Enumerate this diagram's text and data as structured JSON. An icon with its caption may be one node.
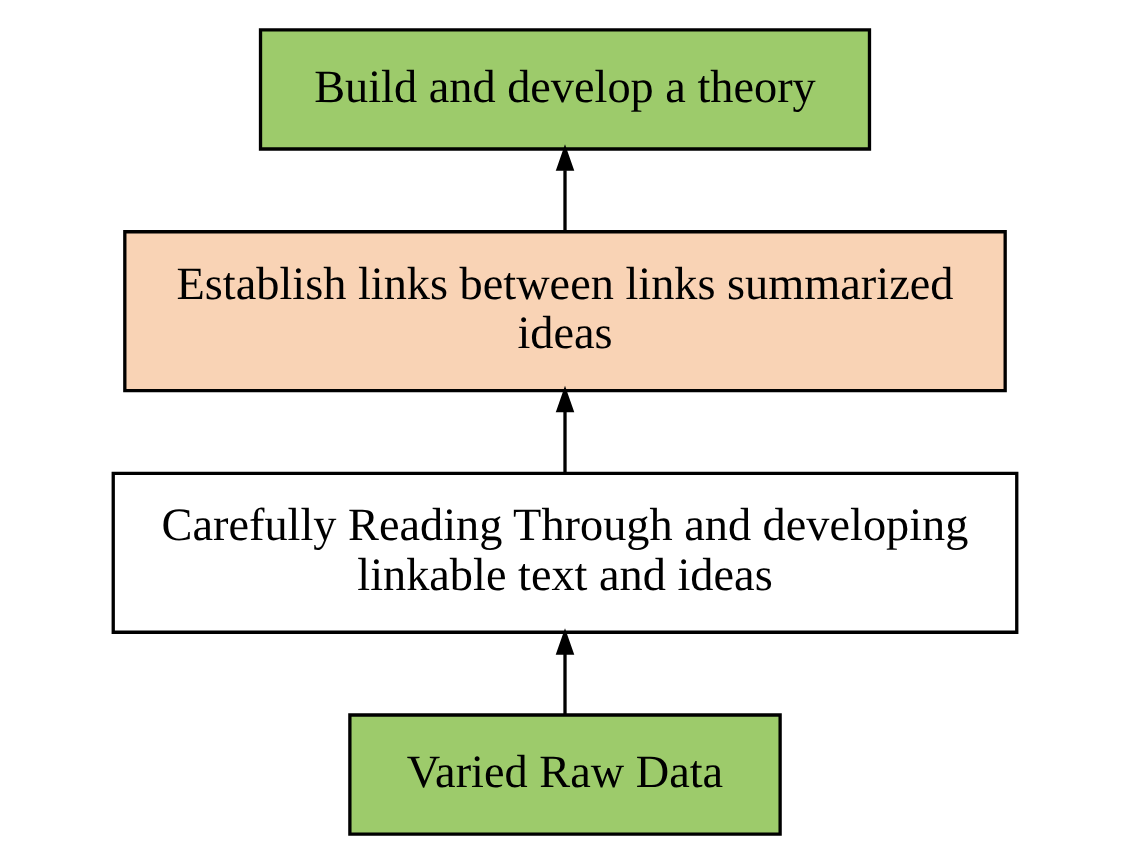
{
  "diagram": {
    "nodes": [
      {
        "text": [
          "Build and develop a theory"
        ]
      },
      {
        "text": [
          "Establish links between links summarized ideas"
        ]
      },
      {
        "text": [
          "Carefully Reading Through and developing linkable text and ideas"
        ]
      },
      {
        "text": [
          "Varied Raw Data"
        ]
      }
    ],
    "edges": [
      {
        "from": 3,
        "to": 2,
        "arrow": "to"
      },
      {
        "from": 2,
        "to": 1,
        "arrow": "to"
      },
      {
        "from": 1,
        "to": 0,
        "arrow": "to"
      }
    ]
  }
}
